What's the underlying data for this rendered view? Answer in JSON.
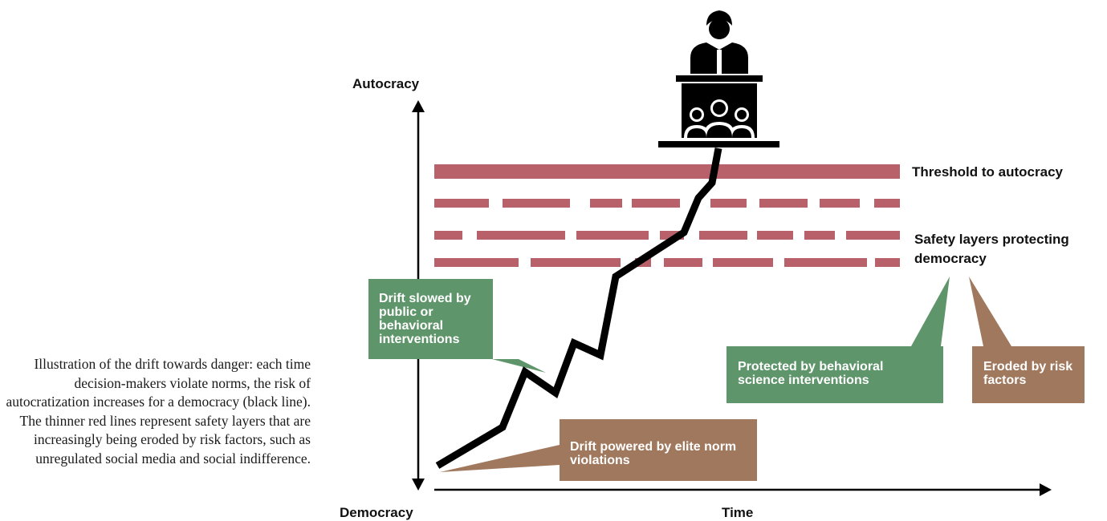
{
  "caption": "Illustration of the drift towards danger: each time decision-makers violate norms, the risk of autocratization increases for a democracy (black line). The thinner red lines represent safety layers that are increasingly being eroded by risk factors, such as unregulated social media and social indifference.",
  "axes": {
    "y_top": "Autocracy",
    "y_bottom": "Democracy",
    "x": "Time"
  },
  "labels": {
    "threshold": "Threshold to autocracy",
    "safety_layers": "Safety layers protecting democracy"
  },
  "callouts": {
    "drift_slowed": "Drift slowed by public or behavioral interventions",
    "drift_powered": "Drift powered by elite norm violations",
    "protected": "Protected by behavioral science interventions",
    "eroded": "Eroded by risk factors"
  },
  "icons": {
    "podium": "podium-speaker-audience-icon"
  },
  "colors": {
    "red_layer": "#b8616a",
    "green": "#5f956b",
    "brown": "#a0785d",
    "line": "#000000"
  }
}
